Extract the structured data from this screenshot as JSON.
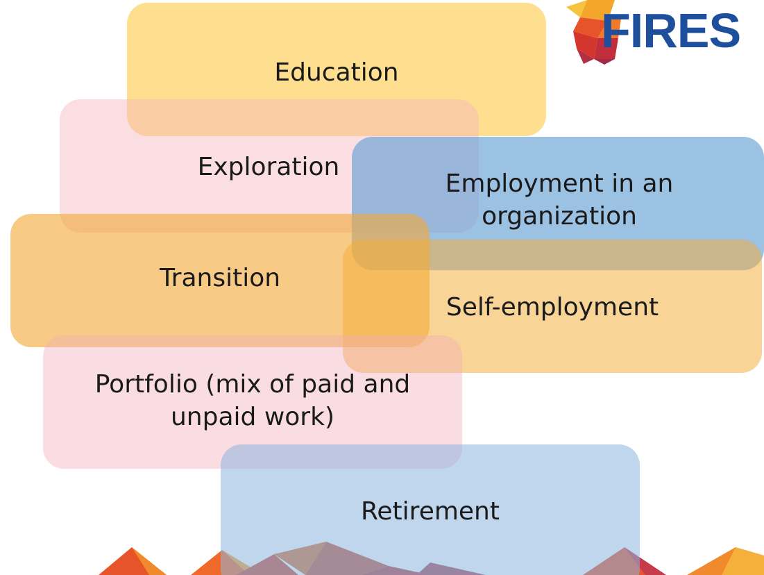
{
  "logo": {
    "text": "FIRES",
    "icon": "flame-polygon-icon",
    "text_color": "#1e4f9c"
  },
  "stages": {
    "education": "Education",
    "exploration": "Exploration",
    "employment": "Employment in an organization",
    "transition": "Transition",
    "self_employment": "Self-employment",
    "portfolio": "Portfolio (mix of paid and unpaid work)",
    "retirement": "Retirement"
  },
  "colors": {
    "yellow": "#fdd264",
    "pink": "#f4b6be",
    "blue": "#6ca3d6",
    "orange": "#f2aa3c",
    "light_blue": "#8cb4dc"
  },
  "decoration": "low-poly-mountains-icon"
}
